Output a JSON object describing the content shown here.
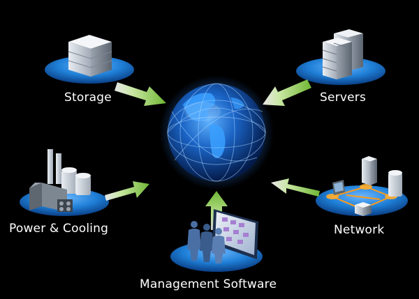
{
  "diagram": {
    "center": {
      "icon": "globe-icon"
    },
    "nodes": [
      {
        "id": "storage",
        "label": "Storage",
        "icon": "storage-array-icon"
      },
      {
        "id": "servers",
        "label": "Servers",
        "icon": "server-rack-icon"
      },
      {
        "id": "power",
        "label": "Power & Cooling",
        "icon": "factory-icon"
      },
      {
        "id": "network",
        "label": "Network",
        "icon": "network-icon"
      },
      {
        "id": "management",
        "label": "Management Software",
        "icon": "people-with-screen-icon"
      }
    ],
    "colors": {
      "background": "#000000",
      "platform": "#1f7fd6",
      "arrow": "#7fc043",
      "globe": "#1d6fd0"
    }
  }
}
